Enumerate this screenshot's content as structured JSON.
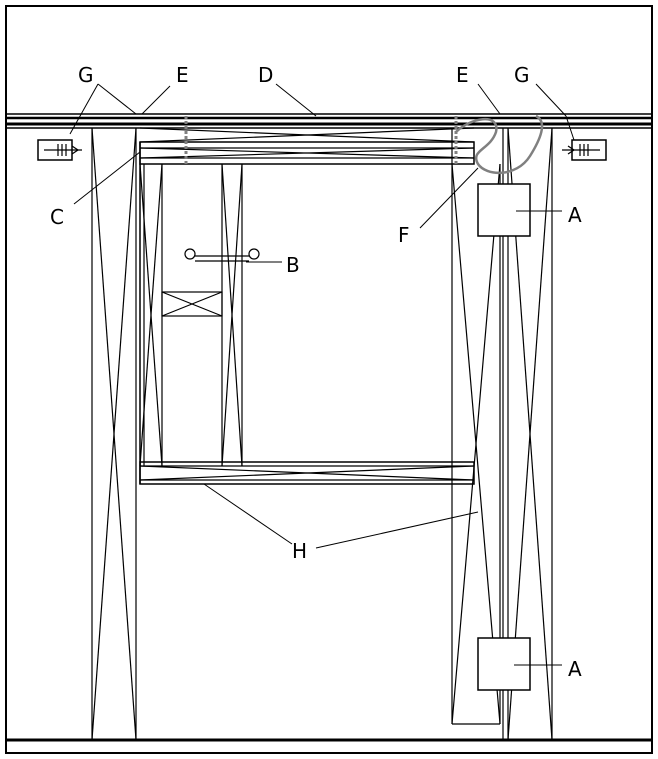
{
  "diagram": {
    "labels": {
      "A": "A",
      "B": "B",
      "C": "C",
      "D": "D",
      "E": "E",
      "F": "F",
      "G": "G",
      "H": "H"
    },
    "colors": {
      "line": "#000000",
      "chain": "#808080",
      "background": "#ffffff"
    }
  }
}
